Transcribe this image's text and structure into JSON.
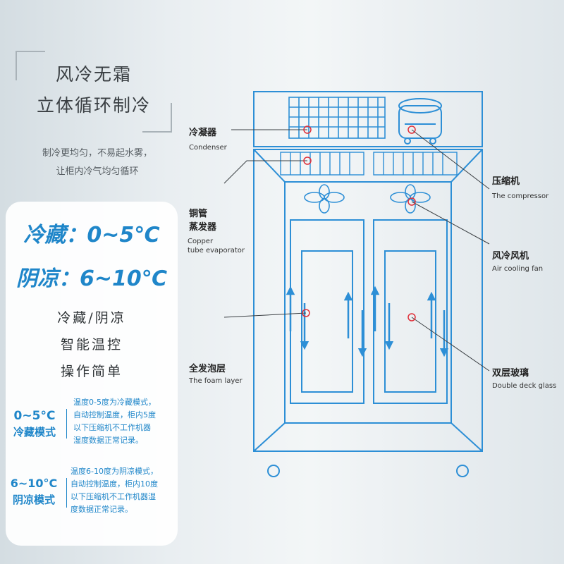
{
  "headline": {
    "line1": "风冷无霜",
    "line2": "立体循环制冷"
  },
  "subtext": {
    "line1": "制冷更均匀，不易起水雾，",
    "line2": "让柜内冷气均匀循环"
  },
  "modes_big": {
    "cold": "冷藏：0~5℃",
    "cool": "阴凉：6~10℃"
  },
  "features": [
    "冷藏/阴凉",
    "智能温控",
    "操作简单"
  ],
  "mode1": {
    "temp": "0~5°C",
    "name": "冷藏模式",
    "desc": [
      "温度0-5度为冷藏模式，",
      "自动控制温度，柜内5度",
      "以下压缩机不工作机器",
      "湿度数据正常记录。"
    ]
  },
  "mode2": {
    "temp": "6~10°C",
    "name": "阴凉模式",
    "desc": [
      "温度6-10度为阴凉模式，",
      "自动控制温度，柜内10度",
      "以下压缩机不工作机器湿",
      "度数据正常记录。"
    ]
  },
  "callouts": {
    "condenser": {
      "cn": "冷凝器",
      "en": "Condenser"
    },
    "evaporator": {
      "cn1": "铜管",
      "cn2": "蒸发器",
      "en1": "Copper",
      "en2": "tube evaporator"
    },
    "foam": {
      "cn": "全发泡层",
      "en": "The foam layer"
    },
    "compressor": {
      "cn": "压缩机",
      "en": "The compressor"
    },
    "fan": {
      "cn": "风冷风机",
      "en": "Air cooling fan"
    },
    "glass": {
      "cn": "双层玻璃",
      "en": "Double deck glass"
    }
  },
  "colors": {
    "accent": "#1f86c9",
    "diagram_line": "#2d8fd6",
    "marker": "#e0303a"
  }
}
